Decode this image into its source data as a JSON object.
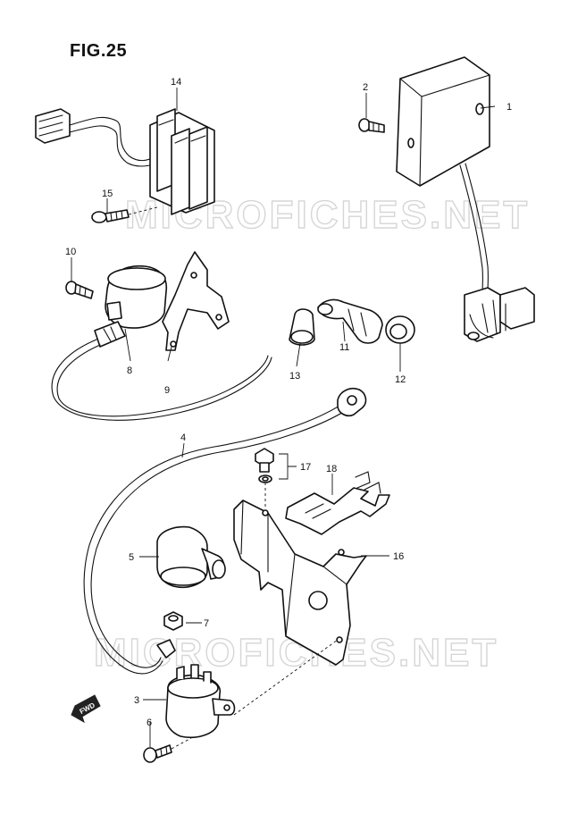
{
  "figure": {
    "title": "FIG.25"
  },
  "watermarks": [
    "MICROFICHES.NET",
    "MICROFICHES.NET"
  ],
  "direction_badge": {
    "label": "FWD"
  },
  "callouts": {
    "c1": "1",
    "c2": "2",
    "c3": "3",
    "c4": "4",
    "c5": "5",
    "c6": "6",
    "c7": "7",
    "c8": "8",
    "c9": "9",
    "c10": "10",
    "c11": "11",
    "c12": "12",
    "c13": "13",
    "c14": "14",
    "c15": "15",
    "c16": "16",
    "c17": "17",
    "c18": "18"
  }
}
